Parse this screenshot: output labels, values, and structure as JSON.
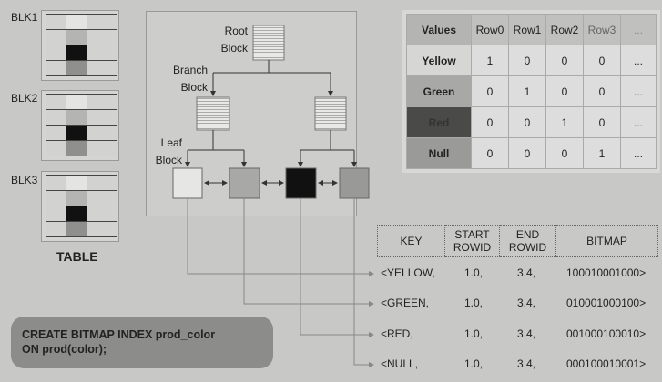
{
  "table": {
    "blocks": [
      {
        "label": "BLK1"
      },
      {
        "label": "BLK2"
      },
      {
        "label": "BLK3"
      }
    ],
    "title": "TABLE"
  },
  "tree": {
    "root_label": [
      "Root",
      "Block"
    ],
    "branch_label": [
      "Branch",
      "Block"
    ],
    "leaf_label": [
      "Leaf",
      "Block"
    ]
  },
  "values_table": {
    "headers": [
      "Values",
      "Row0",
      "Row1",
      "Row2",
      "Row3",
      "..."
    ],
    "rows": [
      {
        "value": "Yellow",
        "cells": [
          "1",
          "0",
          "0",
          "0",
          "..."
        ]
      },
      {
        "value": "Green",
        "cells": [
          "0",
          "1",
          "0",
          "0",
          "..."
        ]
      },
      {
        "value": "Red",
        "cells": [
          "0",
          "0",
          "1",
          "0",
          "..."
        ]
      },
      {
        "value": "Null",
        "cells": [
          "0",
          "0",
          "0",
          "1",
          "..."
        ]
      }
    ]
  },
  "key_table": {
    "headers": [
      "KEY",
      "START ROWID",
      "END ROWID",
      "BITMAP"
    ],
    "rows": [
      {
        "key": "<YELLOW,",
        "start": "1.0,",
        "end": "3.4,",
        "bitmap": "100010001000>"
      },
      {
        "key": "<GREEN,",
        "start": "1.0,",
        "end": "3.4,",
        "bitmap": "010001000100>"
      },
      {
        "key": "<RED,",
        "start": "1.0,",
        "end": "3.4,",
        "bitmap": "001000100010>"
      },
      {
        "key": "<NULL,",
        "start": "1.0,",
        "end": "3.4,",
        "bitmap": "000100010001>"
      }
    ]
  },
  "sql": {
    "line1": "CREATE BITMAP INDEX prod_color",
    "line2": "ON prod(color);"
  },
  "colors": {
    "yellow": "#e6e6e4",
    "green": "#a8a8a6",
    "red": "#111111",
    "null": "#8f8f8d"
  }
}
